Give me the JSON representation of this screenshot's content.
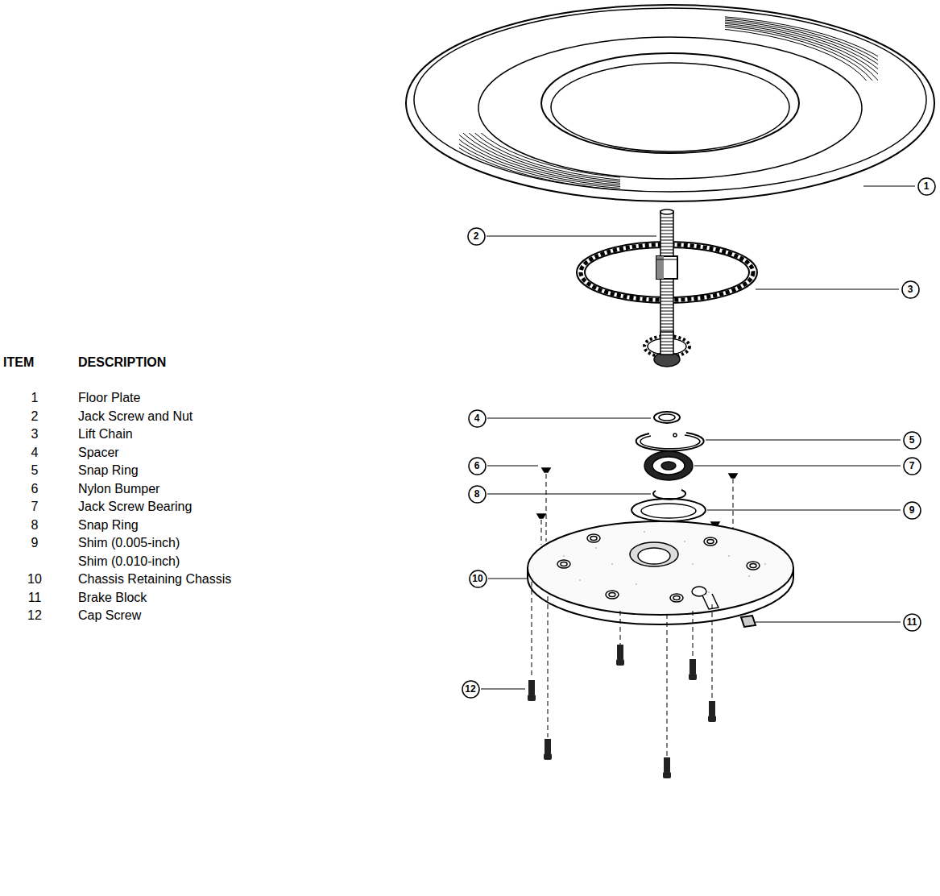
{
  "diagram": {
    "nodes": [
      {
        "text": [
          "1"
        ]
      },
      {
        "text": [
          "2"
        ]
      },
      {
        "text": [
          "3"
        ]
      },
      {
        "text": [
          "4"
        ]
      },
      {
        "text": [
          "5"
        ]
      },
      {
        "text": [
          "6"
        ]
      },
      {
        "text": [
          "7"
        ]
      },
      {
        "text": [
          "8"
        ]
      },
      {
        "text": [
          "9"
        ]
      },
      {
        "text": [
          "10"
        ]
      },
      {
        "text": [
          "11"
        ]
      },
      {
        "text": [
          "12"
        ]
      }
    ],
    "labels": [
      "ITEM",
      "DESCRIPTION",
      "1",
      "Floor Plate",
      "2",
      "Jack Screw and Nut",
      "3",
      "Lift Chain",
      "4",
      "Spacer",
      "5",
      "Snap Ring",
      "6",
      "Nylon Bumper",
      "7",
      "Jack Screw Bearing",
      "8",
      "Snap Ring",
      "9",
      "Shim (0.005-inch)",
      "Shim (0.010-inch)",
      "10",
      "Chassis Retaining Chassis",
      "11",
      "Brake Block",
      "12",
      "Cap Screw"
    ]
  }
}
